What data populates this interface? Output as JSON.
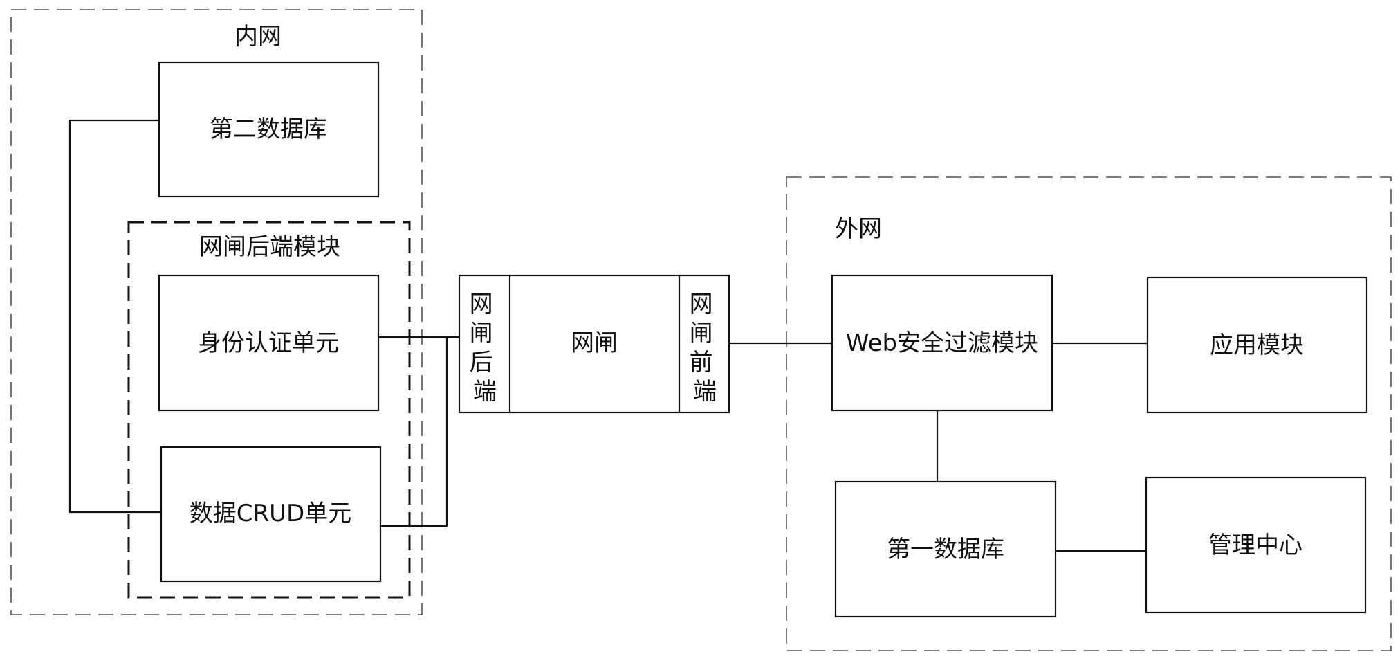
{
  "intranet": {
    "label": "内网",
    "second_database": "第二数据库",
    "gateway_backend_module": {
      "label": "网闸后端模块",
      "auth_unit": "身份认证单元",
      "crud_unit": "数据CRUD单元"
    }
  },
  "gateway": {
    "backend_chars": [
      "网",
      "闸",
      "后",
      "端"
    ],
    "label": "网闸",
    "frontend_chars": [
      "网",
      "闸",
      "前",
      "端"
    ]
  },
  "extranet": {
    "label": "外网",
    "web_filter": "Web安全过滤模块",
    "app_module": "应用模块",
    "first_database": "第一数据库",
    "management_center": "管理中心"
  }
}
